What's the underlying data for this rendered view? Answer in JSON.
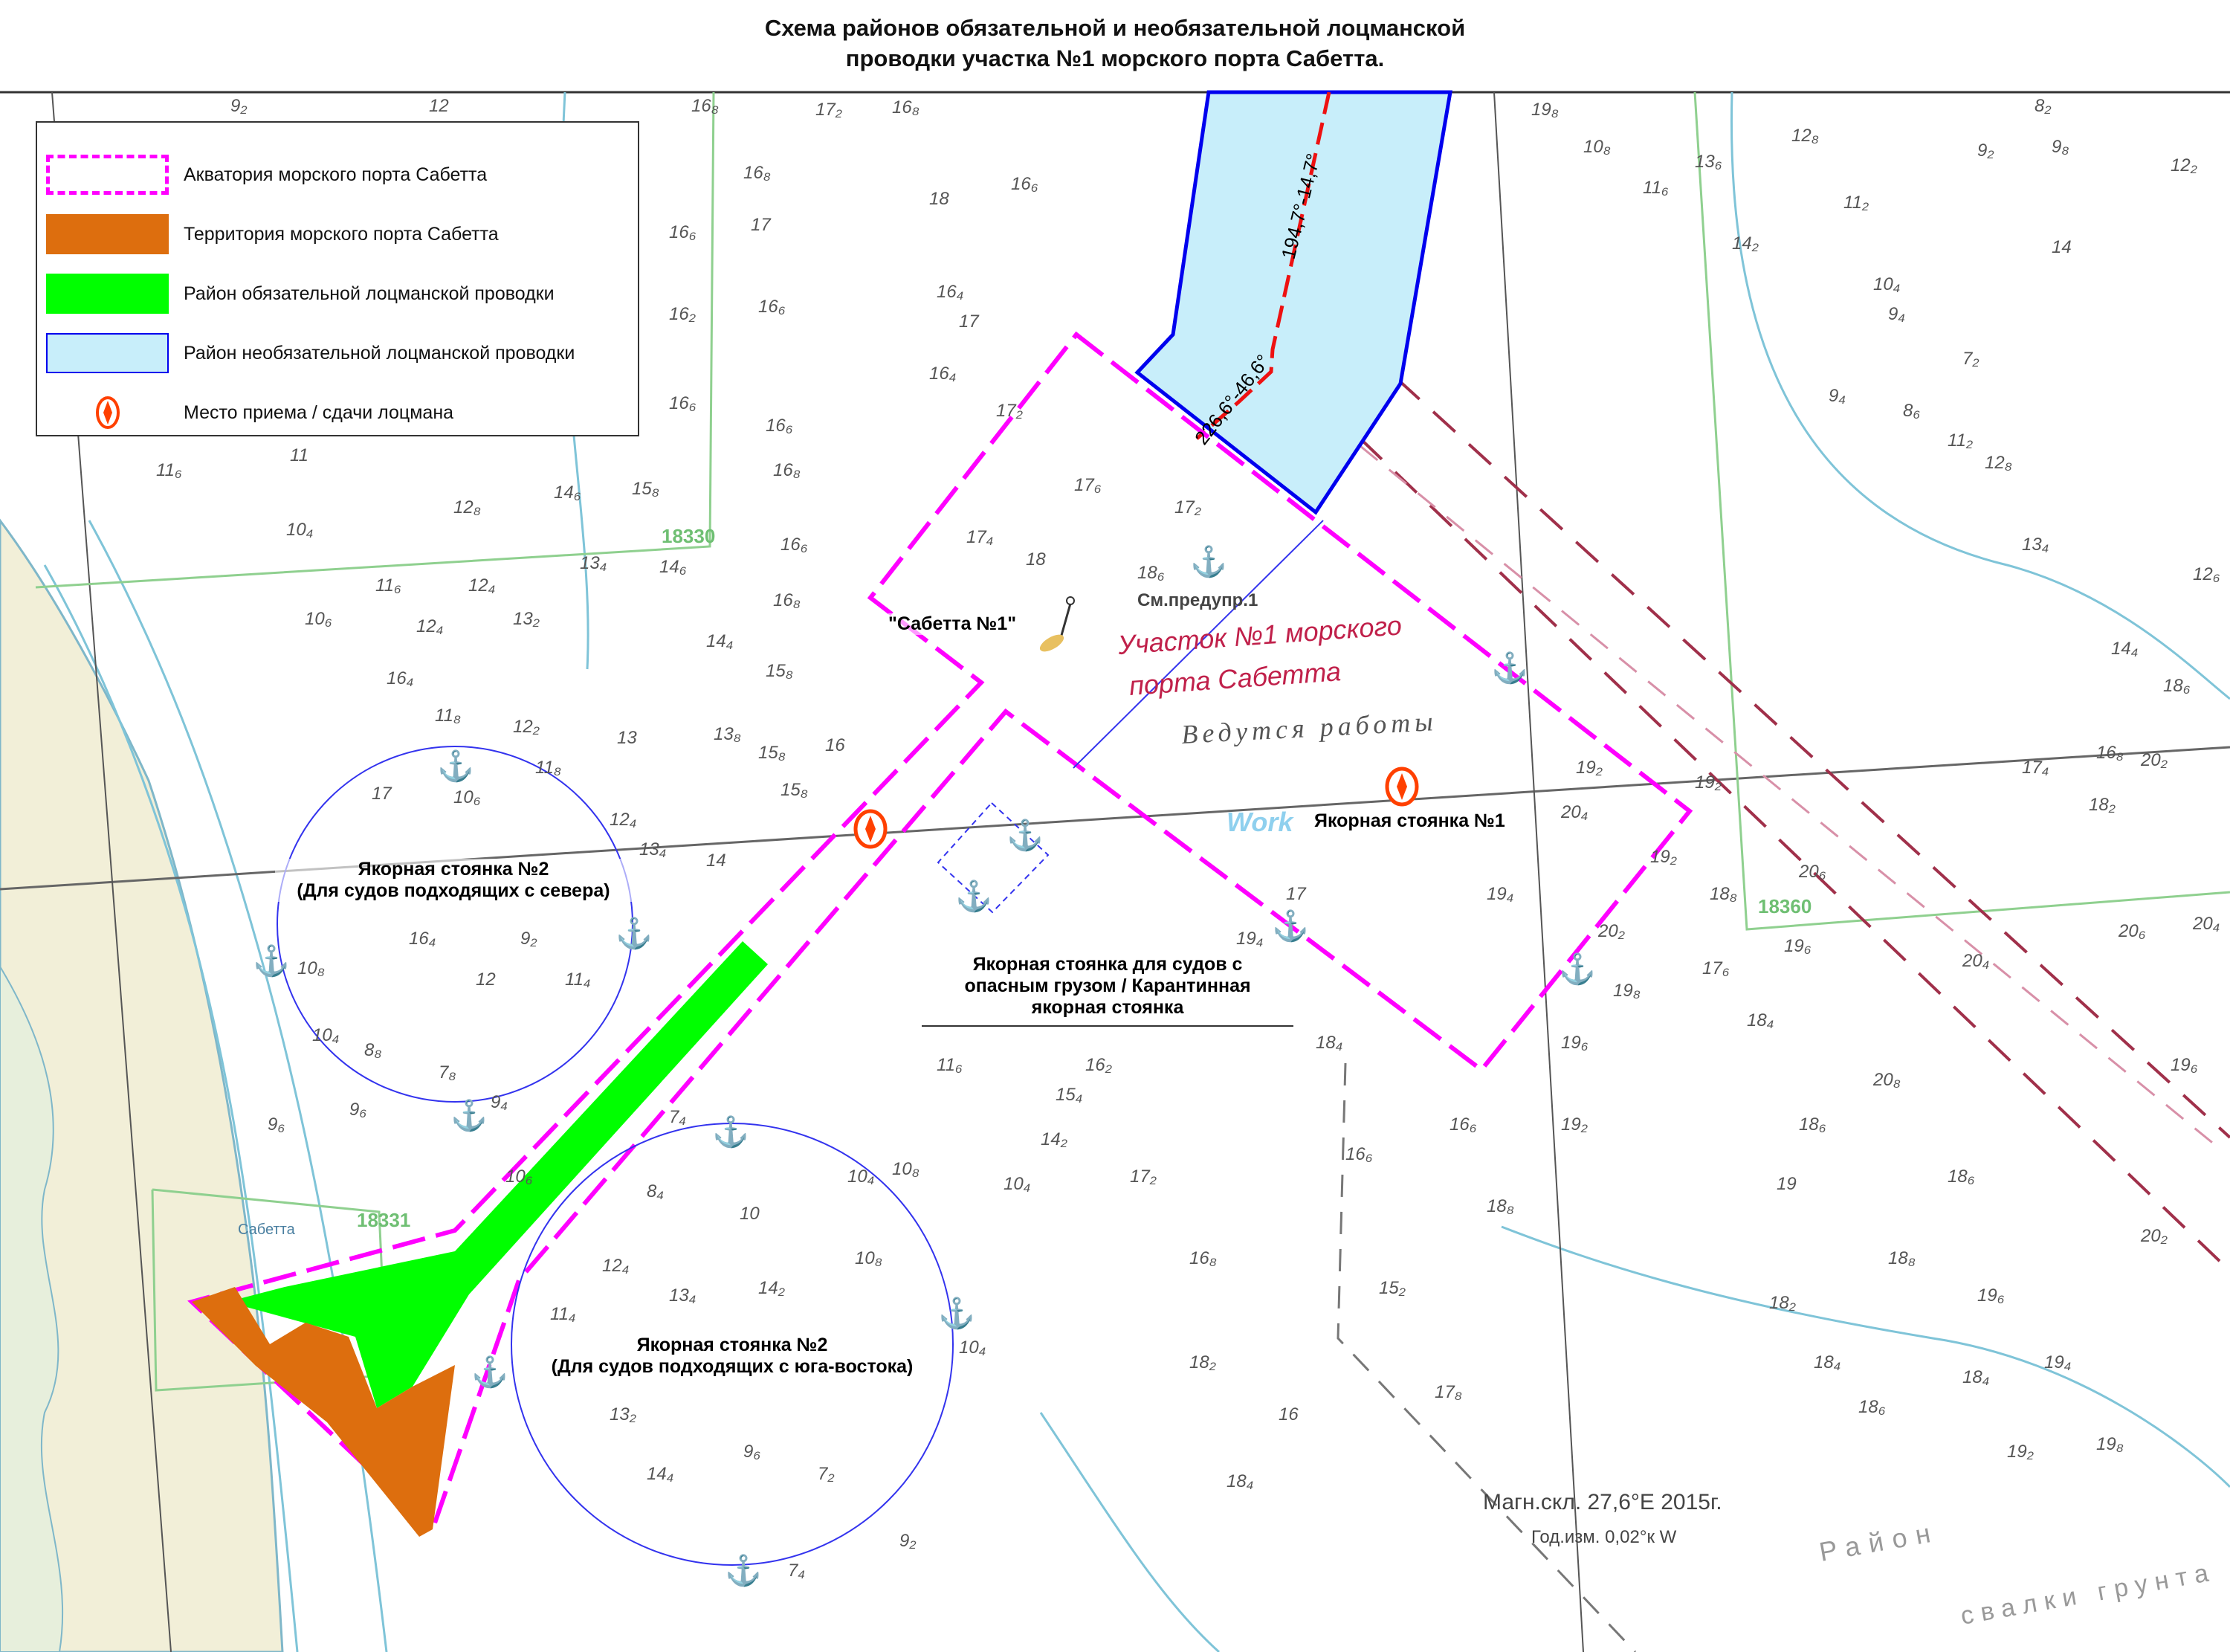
{
  "title": {
    "line1": "Схема районов обязательной и необязательной лоцманской",
    "line2": "проводки участка №1 морского порта Сабетта."
  },
  "legend": {
    "items": [
      {
        "label": "Акватория морского порта Сабетта",
        "color": "#ff00ff"
      },
      {
        "label": "Территория  морского порта Сабетта",
        "color": "#dd6e0e"
      },
      {
        "label": "Район обязательной лоцманской проводки",
        "color": "#00ff00"
      },
      {
        "label": "Район необязательной лоцманской проводки",
        "color": "#c8eefa"
      },
      {
        "label": "Место приема / сдачи лоцмана",
        "color": "#ff4000"
      }
    ]
  },
  "map": {
    "buoy_label": "\"Сабетта №1\"",
    "anchorage_1": "Якорная стоянка №1",
    "anchorage_2_north": {
      "line1": "Якорная стоянка №2",
      "line2": "(Для судов подходящих с севера)"
    },
    "anchorage_2_southeast": {
      "line1": "Якорная стоянка №2",
      "line2": "(Для судов подходящих с юга-востока)"
    },
    "anchorage_dangerous": {
      "line1": "Якорная стоянка для судов с",
      "line2": "опасным грузом / Карантинная",
      "line3": "якорная стоянка"
    },
    "course_1": "194,7°-14,7°",
    "course_2": "226,6°-46,6°",
    "warning_ref": "См.предупр.1",
    "section_stamp_1": "Участок №1 морского",
    "section_stamp_2": "порта  Сабетта",
    "works_text": "Ведутся  работы",
    "works_en": "Work",
    "magnetic_1": "Магн.скл. 27,6°E 2015г.",
    "magnetic_2": "Год.изм. 0,02°к W",
    "dump_1": "Район",
    "dump_2": "свалки грунта",
    "chart_numbers": [
      "18330",
      "18331",
      "18360"
    ],
    "place_sabetta": "Сабетта",
    "soundings": [
      "9₂",
      "12",
      "16₈",
      "17₂",
      "16₈",
      "16₈",
      "16₆",
      "18",
      "17",
      "16₆",
      "16₄",
      "16₆",
      "16₂",
      "16₆",
      "16₆",
      "17",
      "16₈",
      "17₂",
      "17₄",
      "16₄",
      "16₆",
      "17₆",
      "18",
      "17₂",
      "18₆",
      "11",
      "11₆",
      "12₈",
      "14₆",
      "15₈",
      "10₄",
      "11₆",
      "12₄",
      "13₄",
      "14₆",
      "16₈",
      "10₆",
      "12₄",
      "13₂",
      "14₄",
      "15₈",
      "16₄",
      "11₈",
      "12₂",
      "13",
      "13₈",
      "15₈",
      "16",
      "17",
      "10₆",
      "11₈",
      "12₄",
      "13₄",
      "14",
      "15₈",
      "16₄",
      "9₂",
      "11₄",
      "12",
      "10₈",
      "10₄",
      "8₈",
      "7₈",
      "9₄",
      "9₆",
      "9₆",
      "10₆",
      "7₄",
      "8₄",
      "10",
      "10₄",
      "12₄",
      "13₄",
      "14₂",
      "10₈",
      "11₄",
      "13₂",
      "14₄",
      "9₆",
      "7₂",
      "7₄",
      "9₂",
      "10₄",
      "11₆",
      "10₈",
      "10₄",
      "14₂",
      "15₄",
      "16₂",
      "17₂",
      "18₂",
      "16₈",
      "16",
      "18₄",
      "19₄",
      "17",
      "18₄",
      "16₆",
      "15₂",
      "16₆",
      "17₈",
      "18₈",
      "19₂",
      "19₆",
      "19₈",
      "20₂",
      "19₂",
      "19₄",
      "20₄",
      "19₂",
      "19₂",
      "18₈",
      "17₆",
      "18₄",
      "18₆",
      "19",
      "19₆",
      "20₆",
      "20₈",
      "20₄",
      "18₂",
      "18₄",
      "18₆",
      "18₄",
      "19₂",
      "19₄",
      "19₈",
      "20₂",
      "18₈",
      "18₆",
      "19₆",
      "19₈",
      "10₈",
      "11₆",
      "13₆",
      "14₂",
      "12₈",
      "11₂",
      "10₄",
      "9₄",
      "8₂",
      "9₈",
      "9₂",
      "7₂",
      "8₆",
      "9₄",
      "11₂",
      "12₈",
      "13₄",
      "12₂",
      "14",
      "12₆",
      "14₄",
      "16₈",
      "17₄",
      "18₆",
      "18₂",
      "20₂",
      "20₆",
      "19₆",
      "20₄",
      "20₆"
    ]
  }
}
